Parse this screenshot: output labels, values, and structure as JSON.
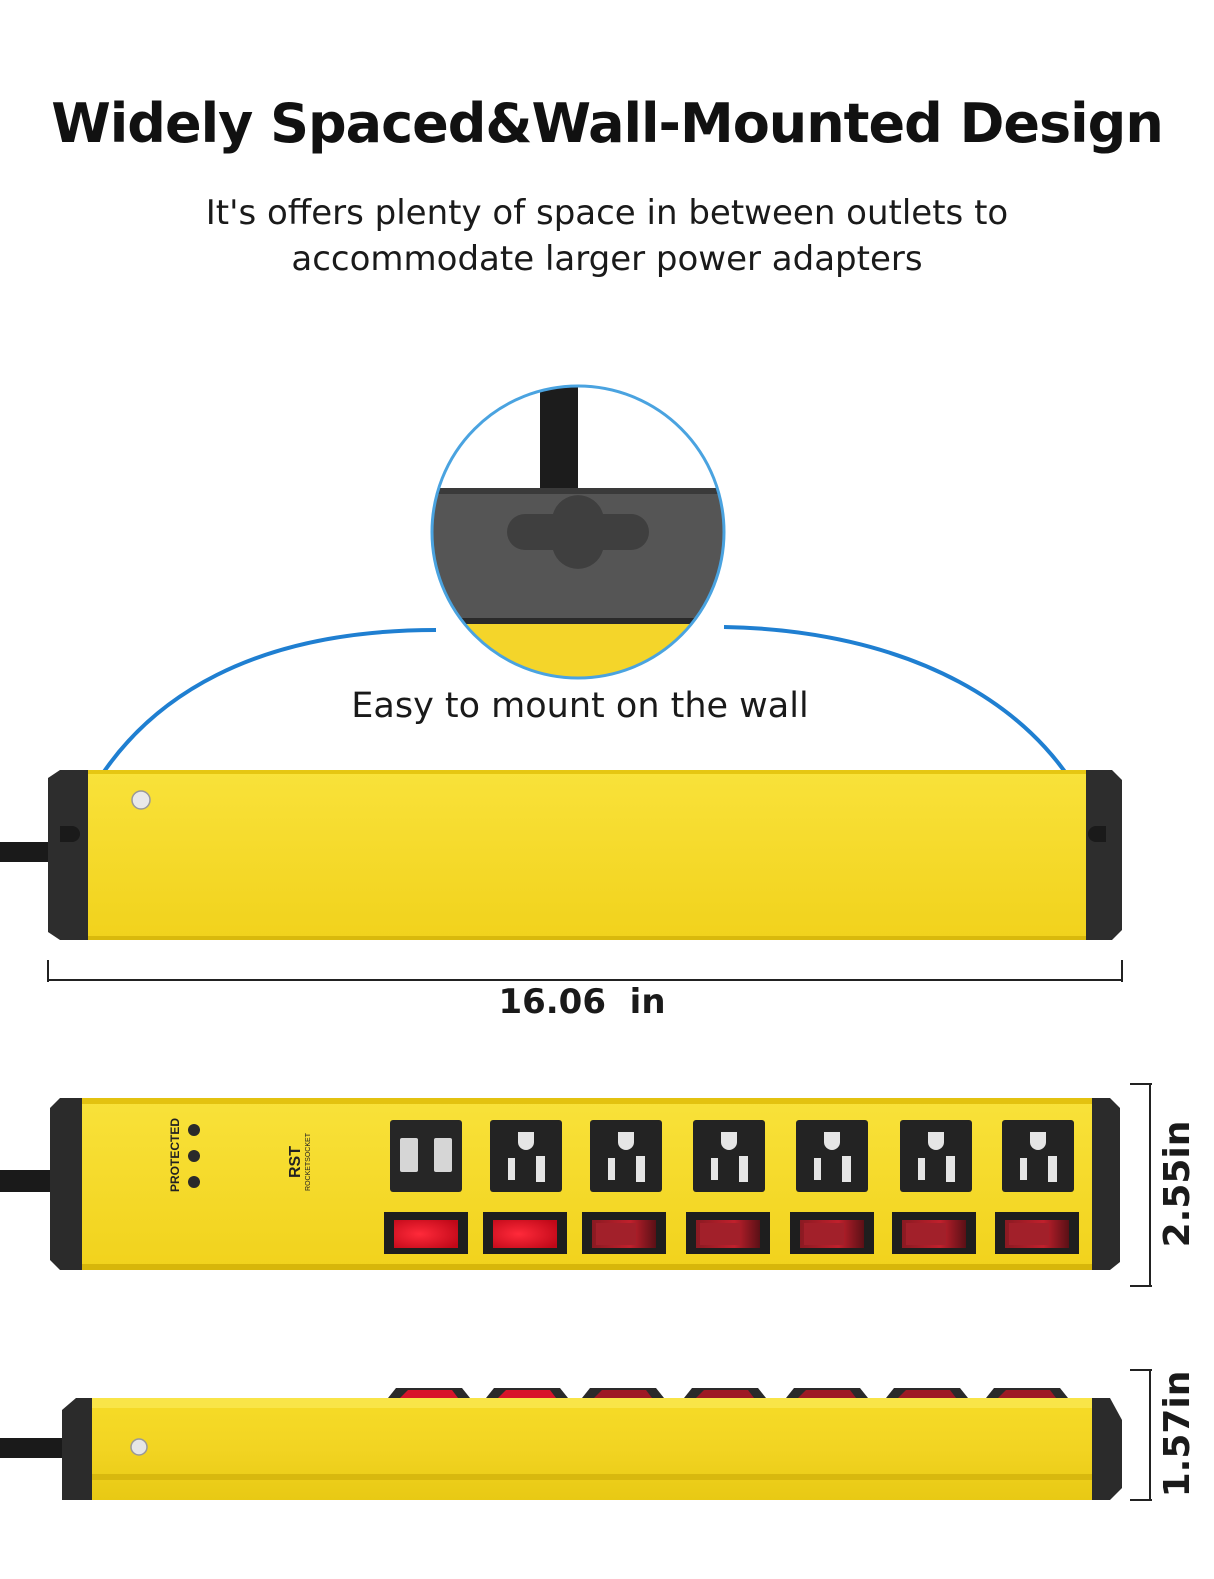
{
  "header": {
    "title": "Widely Spaced&Wall-Mounted Design",
    "subtitle_line1": "It's offers plenty of space in between outlets to",
    "subtitle_line2": "accommodate larger power adapters"
  },
  "mount": {
    "caption": "Easy to mount on the wall"
  },
  "dimensions": {
    "width": "16.06  in",
    "height": "2.55in",
    "depth": "1.57in"
  },
  "front_panel": {
    "protected_label": "PROTECTED",
    "brand_label": "RST",
    "brand_sub": "ROCKETSOCKET"
  },
  "colors": {
    "body_yellow": "#f6dc2a",
    "end_cap": "#2d2d2d",
    "arrow_blue": "#1f7fd1",
    "switch_red": "#d8142a"
  }
}
